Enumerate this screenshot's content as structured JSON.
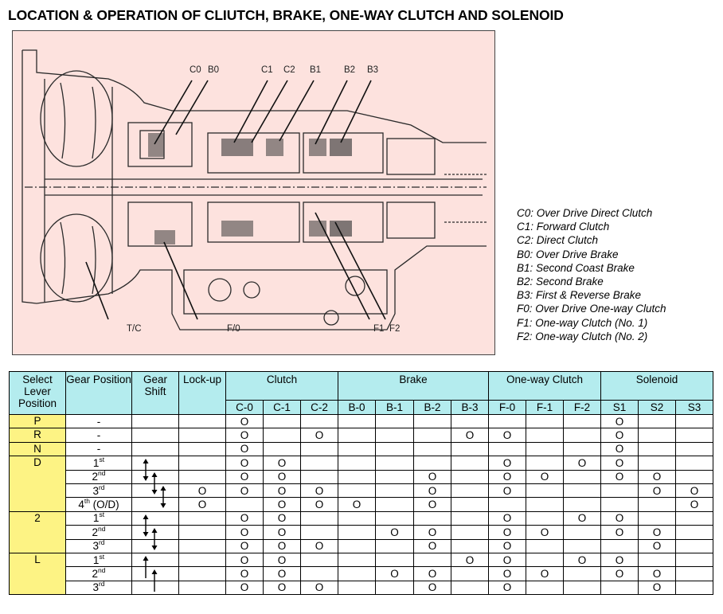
{
  "title": "LOCATION & OPERATION OF CLIUTCH, BRAKE, ONE-WAY CLUTCH AND SOLENOID",
  "diagram": {
    "top_labels": [
      "C0",
      "B0",
      "C1",
      "C2",
      "B1",
      "B2",
      "B3"
    ],
    "bottom_labels": [
      "T/C",
      "F/0",
      "F1",
      "F2"
    ]
  },
  "legend": [
    "C0: Over Drive Direct Clutch",
    "C1: Forward Clutch",
    "C2: Direct Clutch",
    "B0: Over Drive Brake",
    "B1: Second Coast Brake",
    "B2: Second Brake",
    "B3: First & Reverse Brake",
    "F0: Over Drive One-way Clutch",
    "F1: One-way Clutch (No. 1)",
    "F2: One-way Clutch (No. 2)"
  ],
  "colors": {
    "header_bg": "#b4ecee",
    "select_bg": "#fdf384",
    "diagram_bg": "#fde2de"
  },
  "table": {
    "headers": {
      "select": "Select Lever Position",
      "gear_position": "Gear Position",
      "gear_shift": "Gear Shift",
      "lockup": "Lock-up",
      "clutch": "Clutch",
      "brake": "Brake",
      "oneway": "One-way Clutch",
      "solenoid": "Solenoid"
    },
    "subheaders": [
      "C-0",
      "C-1",
      "C-2",
      "B-0",
      "B-1",
      "B-2",
      "B-3",
      "F-0",
      "F-1",
      "F-2",
      "S1",
      "S2",
      "S3"
    ],
    "mark": "O",
    "groups": [
      {
        "select": "P",
        "rows": [
          {
            "gear": "-",
            "sup": "",
            "suffix": "",
            "lockup": false,
            "on": [
              "C-0",
              "S1"
            ]
          }
        ]
      },
      {
        "select": "R",
        "rows": [
          {
            "gear": "-",
            "sup": "",
            "suffix": "",
            "lockup": false,
            "on": [
              "C-0",
              "C-2",
              "B-3",
              "F-0",
              "S1"
            ]
          }
        ]
      },
      {
        "select": "N",
        "rows": [
          {
            "gear": "-",
            "sup": "",
            "suffix": "",
            "lockup": false,
            "on": [
              "C-0",
              "S1"
            ]
          }
        ]
      },
      {
        "select": "D",
        "shift": "up-down",
        "rows": [
          {
            "gear": "1",
            "sup": "st",
            "suffix": "",
            "lockup": false,
            "on": [
              "C-0",
              "C-1",
              "F-0",
              "F-2",
              "S1"
            ]
          },
          {
            "gear": "2",
            "sup": "nd",
            "suffix": "",
            "lockup": false,
            "on": [
              "C-0",
              "C-1",
              "B-2",
              "F-0",
              "F-1",
              "S1",
              "S2"
            ]
          },
          {
            "gear": "3",
            "sup": "rd",
            "suffix": "",
            "lockup": true,
            "on": [
              "C-0",
              "C-1",
              "C-2",
              "B-2",
              "F-0",
              "S2",
              "S3"
            ]
          },
          {
            "gear": "4",
            "sup": "th",
            "suffix": " (O/D)",
            "lockup": true,
            "on": [
              "C-1",
              "C-2",
              "B-0",
              "B-2",
              "S3"
            ]
          }
        ]
      },
      {
        "select": "2",
        "shift": "up-down",
        "rows": [
          {
            "gear": "1",
            "sup": "st",
            "suffix": "",
            "lockup": false,
            "on": [
              "C-0",
              "C-1",
              "F-0",
              "F-2",
              "S1"
            ]
          },
          {
            "gear": "2",
            "sup": "nd",
            "suffix": "",
            "lockup": false,
            "on": [
              "C-0",
              "C-1",
              "B-1",
              "B-2",
              "F-0",
              "F-1",
              "S1",
              "S2"
            ]
          },
          {
            "gear": "3",
            "sup": "rd",
            "suffix": "",
            "lockup": false,
            "on": [
              "C-0",
              "C-1",
              "C-2",
              "B-2",
              "F-0",
              "S2"
            ]
          }
        ]
      },
      {
        "select": "L",
        "shift": "up-only",
        "rows": [
          {
            "gear": "1",
            "sup": "st",
            "suffix": "",
            "lockup": false,
            "on": [
              "C-0",
              "C-1",
              "B-3",
              "F-0",
              "F-2",
              "S1"
            ]
          },
          {
            "gear": "2",
            "sup": "nd",
            "suffix": "",
            "lockup": false,
            "on": [
              "C-0",
              "C-1",
              "B-1",
              "B-2",
              "F-0",
              "F-1",
              "S1",
              "S2"
            ]
          },
          {
            "gear": "3",
            "sup": "rd",
            "suffix": "",
            "lockup": false,
            "on": [
              "C-0",
              "C-1",
              "C-2",
              "B-2",
              "F-0",
              "S2"
            ]
          }
        ]
      }
    ]
  }
}
